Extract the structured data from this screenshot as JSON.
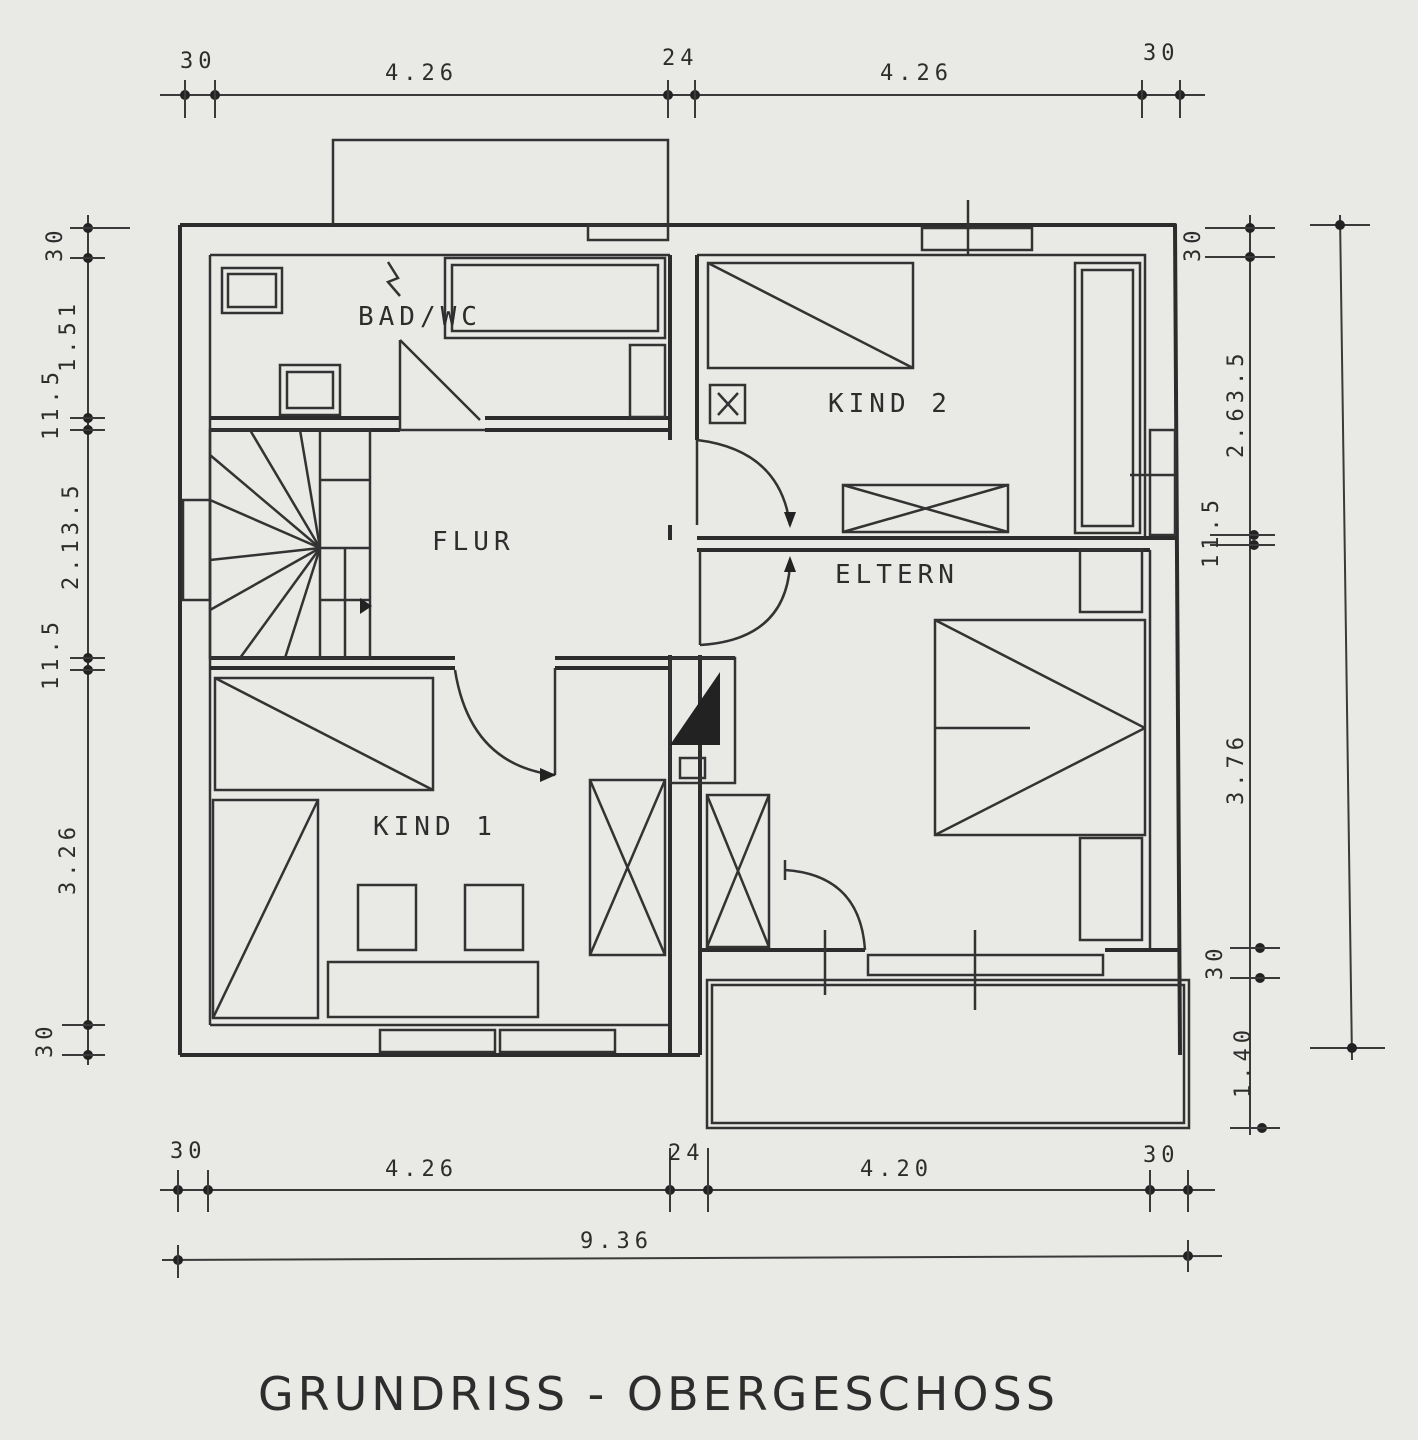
{
  "title": "GRUNDRISS - OBERGESCHOSS",
  "rooms": {
    "bad": "BAD/WC",
    "flur": "FLUR",
    "kind1": "KIND 1",
    "kind2": "KIND 2",
    "eltern": "ELTERN"
  },
  "dims_top": [
    "30",
    "4.26",
    "24",
    "4.26",
    "30"
  ],
  "dims_bottom": [
    "30",
    "4.26",
    "24",
    "4.20",
    "30"
  ],
  "dim_total": "9.36",
  "dims_left": [
    "30",
    "1.51",
    "11.5",
    "2.13.5",
    "11.5",
    "3.26",
    "30"
  ],
  "dims_right": [
    "30",
    "2.63.5",
    "11.5",
    "3.76",
    "30",
    "1.40"
  ],
  "colors": {
    "ink": "#2c2c2c",
    "paper": "#e9e9e6"
  }
}
